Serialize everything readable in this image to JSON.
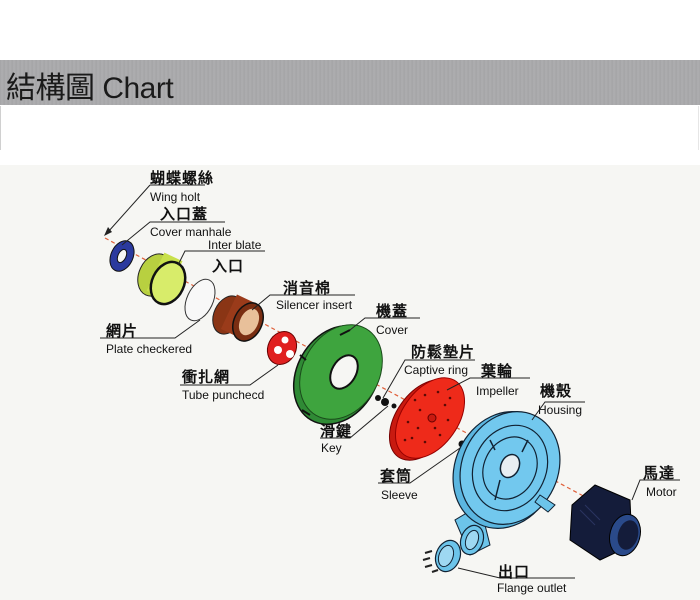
{
  "header": {
    "title": "結構圖 Chart"
  },
  "diagram": {
    "type": "exploded-view",
    "subject": "blower assembly",
    "parts": [
      {
        "id": "wing_bolt",
        "zh": "蝴蝶螺絲",
        "en": "Wing holt",
        "color": "#2b3a9e"
      },
      {
        "id": "cover_manhole",
        "zh": "入口蓋",
        "en": "Cover manhale",
        "color": "#c8e04a"
      },
      {
        "id": "inter_blate",
        "zh": "入口",
        "en": "Inter blate",
        "color": "#ffffff"
      },
      {
        "id": "plate_checkered",
        "zh": "網片",
        "en": "Plate checkered",
        "color": "#ffffff"
      },
      {
        "id": "silencer_insert",
        "zh": "消音棉",
        "en": "Silencer insert",
        "color": "#9a3b1a"
      },
      {
        "id": "tube_punched",
        "zh": "衝扎網",
        "en": "Tube punchecd",
        "color": "#e02020"
      },
      {
        "id": "cover",
        "zh": "機蓋",
        "en": "Cover",
        "color": "#3c9a3c"
      },
      {
        "id": "captive_ring",
        "zh": "防鬆墊片",
        "en": "Captive ring",
        "color": "#111111"
      },
      {
        "id": "key",
        "zh": "滑鍵",
        "en": "Key",
        "color": "#111111"
      },
      {
        "id": "impeller",
        "zh": "葉輪",
        "en": "Impeller",
        "color": "#ee2a1a"
      },
      {
        "id": "sleeve",
        "zh": "套筒",
        "en": "Sleeve",
        "color": "#111111"
      },
      {
        "id": "housing",
        "zh": "機殼",
        "en": "Housing",
        "color": "#6cc4ea"
      },
      {
        "id": "motor",
        "zh": "馬達",
        "en": "Motor",
        "color": "#141c3a"
      },
      {
        "id": "flange_outlet",
        "zh": "出口",
        "en": "Flange outlet",
        "color": "#6cc4ea"
      }
    ]
  }
}
